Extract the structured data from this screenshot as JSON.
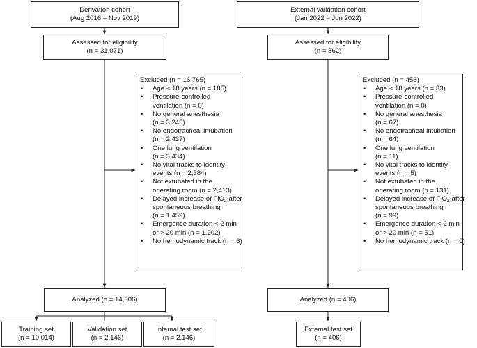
{
  "derivation": {
    "header": [
      "Derivation cohort",
      "(Aug 2016 – Nov 2019)"
    ],
    "assessed": [
      "Assessed for eligibility",
      "(n = 31,071)"
    ],
    "excluded": {
      "title": "Excluded (n = 16,765)",
      "items": [
        [
          "Age < 18 years (n = 185)"
        ],
        [
          "Pressure-controlled",
          "ventilation (n = 0)"
        ],
        [
          "No general anesthesia",
          "(n = 3,245)"
        ],
        [
          "No endotracheal intubation",
          "(n = 2,437)"
        ],
        [
          "One lung ventilation",
          "(n = 3,434)"
        ],
        [
          "No vital tracks to identify",
          "events (n = 2,384)"
        ],
        [
          "Not extubated in the",
          "operating room (n = 2,413)"
        ],
        [
          "Delayed increase of FiO2 after",
          "spontaneous breathing",
          "(n = 1,459)"
        ],
        [
          "Emergence duration < 2 min",
          "or > 20 min (n = 1,202)"
        ],
        [
          "No hemodynamic track (n = 6)"
        ]
      ]
    },
    "analyzed": "Analyzed (n = 14,306)",
    "sets": [
      [
        "Training set",
        "(n = 10,014)"
      ],
      [
        "Validation set",
        "(n = 2,146)"
      ],
      [
        "Internal test set",
        "(n = 2,146)"
      ]
    ]
  },
  "external": {
    "header": [
      "External validation cohort",
      "(Jan 2022 – Jun 2022)"
    ],
    "assessed": [
      "Assessed for eligibility",
      "(n = 862)"
    ],
    "excluded": {
      "title": "Excluded (n = 456)",
      "items": [
        [
          "Age < 18 years (n = 33)"
        ],
        [
          "Pressure-controlled",
          "ventilation (n = 0)"
        ],
        [
          "No general anesthesia",
          "(n = 67)"
        ],
        [
          "No endotracheal intubation",
          "(n = 64)"
        ],
        [
          "One lung ventilation",
          "(n = 11)"
        ],
        [
          "No vital tracks to identify",
          "events (n = 5)"
        ],
        [
          "Not extubated in the",
          "operating room (n = 131)"
        ],
        [
          "Delayed increase of FiO2 after",
          "spontaneous breathing",
          "(n = 99)"
        ],
        [
          "Emergence duration < 2 min",
          "or > 20 min (n = 51)"
        ],
        [
          "No hemodynamic track (n = 0)"
        ]
      ]
    },
    "analyzed": "Analyzed (n = 406)",
    "test_set": [
      "External test set",
      "(n = 406)"
    ]
  }
}
